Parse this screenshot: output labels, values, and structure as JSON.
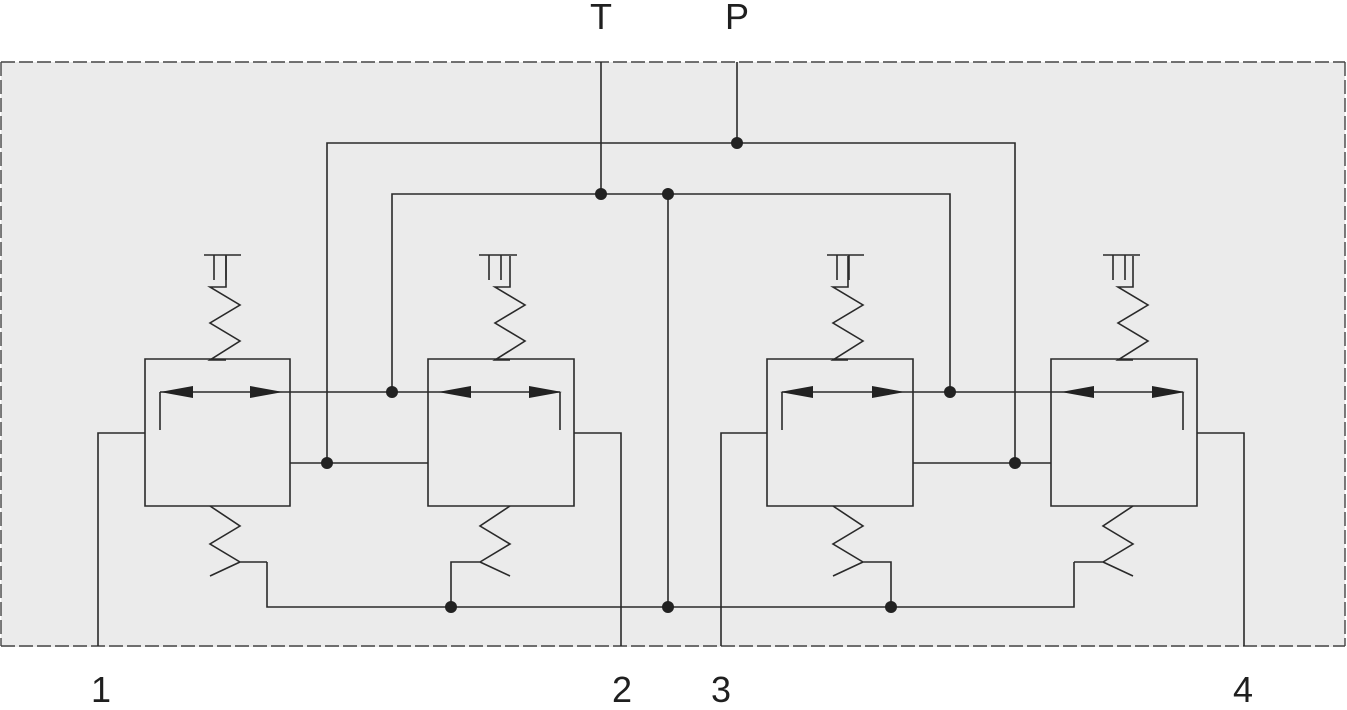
{
  "colors": {
    "background": "#ebebeb",
    "line": "#2a2a2a",
    "text": "#1f1f1f"
  },
  "ports": {
    "T": "T",
    "P": "P",
    "A1": "1",
    "A2": "2",
    "A3": "3",
    "A4": "4"
  }
}
